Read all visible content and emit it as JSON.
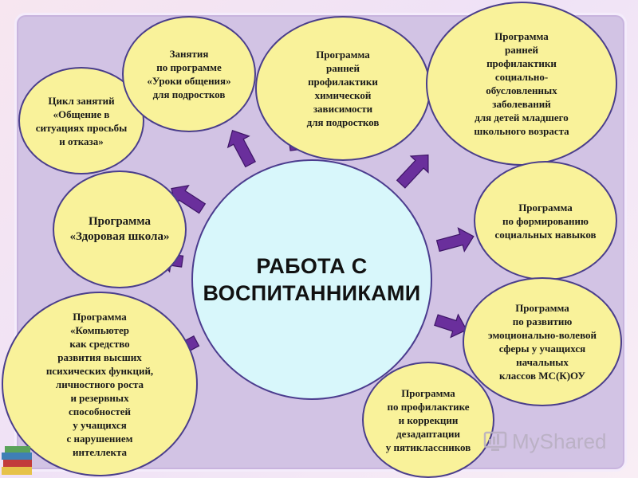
{
  "center": {
    "title": "РАБОТА С\nВОСПИТАННИКАМИ"
  },
  "programs": [
    {
      "id": "cycle",
      "text": "Цикл занятий\n«Общение в\nситуациях просьбы\nи отказа»"
    },
    {
      "id": "lessons",
      "text": "Занятия\nпо программе\n«Уроки общения»\nдля подростков"
    },
    {
      "id": "chemical",
      "text": "Программа\nранней\nпрофилактики\nхимической\nзависимости\nдля подростков"
    },
    {
      "id": "social_diseases",
      "text": "Программа\nранней\nпрофилактики\nсоциально-\nобусловленных\nзаболеваний\nдля детей младшего\nшкольного возраста"
    },
    {
      "id": "healthy_school",
      "text": "Программа\n«Здоровая школа»"
    },
    {
      "id": "social_skills",
      "text": "Программа\nпо формированию\nсоциальных навыков"
    },
    {
      "id": "computer",
      "text": "Программа\n«Компьютер\nкак средство\nразвития высших\nпсихических функций,\nличностного роста\nи резервных\nспособностей\nу учащихся\nс нарушением\nинтеллекта"
    },
    {
      "id": "emotional",
      "text": "Программа\nпо развитию\nэмоционально-волевой\nсферы у учащихся\nначальных\nклассов МС(К)ОУ"
    },
    {
      "id": "maladaptation",
      "text": "Программа\nпо профилактике\nи коррекции\nдезадаптации\nу пятиклассников"
    }
  ],
  "watermark": {
    "text": "MyShared"
  },
  "colors": {
    "bubble_fill": "#f9f29a",
    "bubble_border": "#4a3e8b",
    "center_fill": "#d8f7fb",
    "arrow": "#6a2f9c",
    "panel": "#d2c3e4"
  }
}
